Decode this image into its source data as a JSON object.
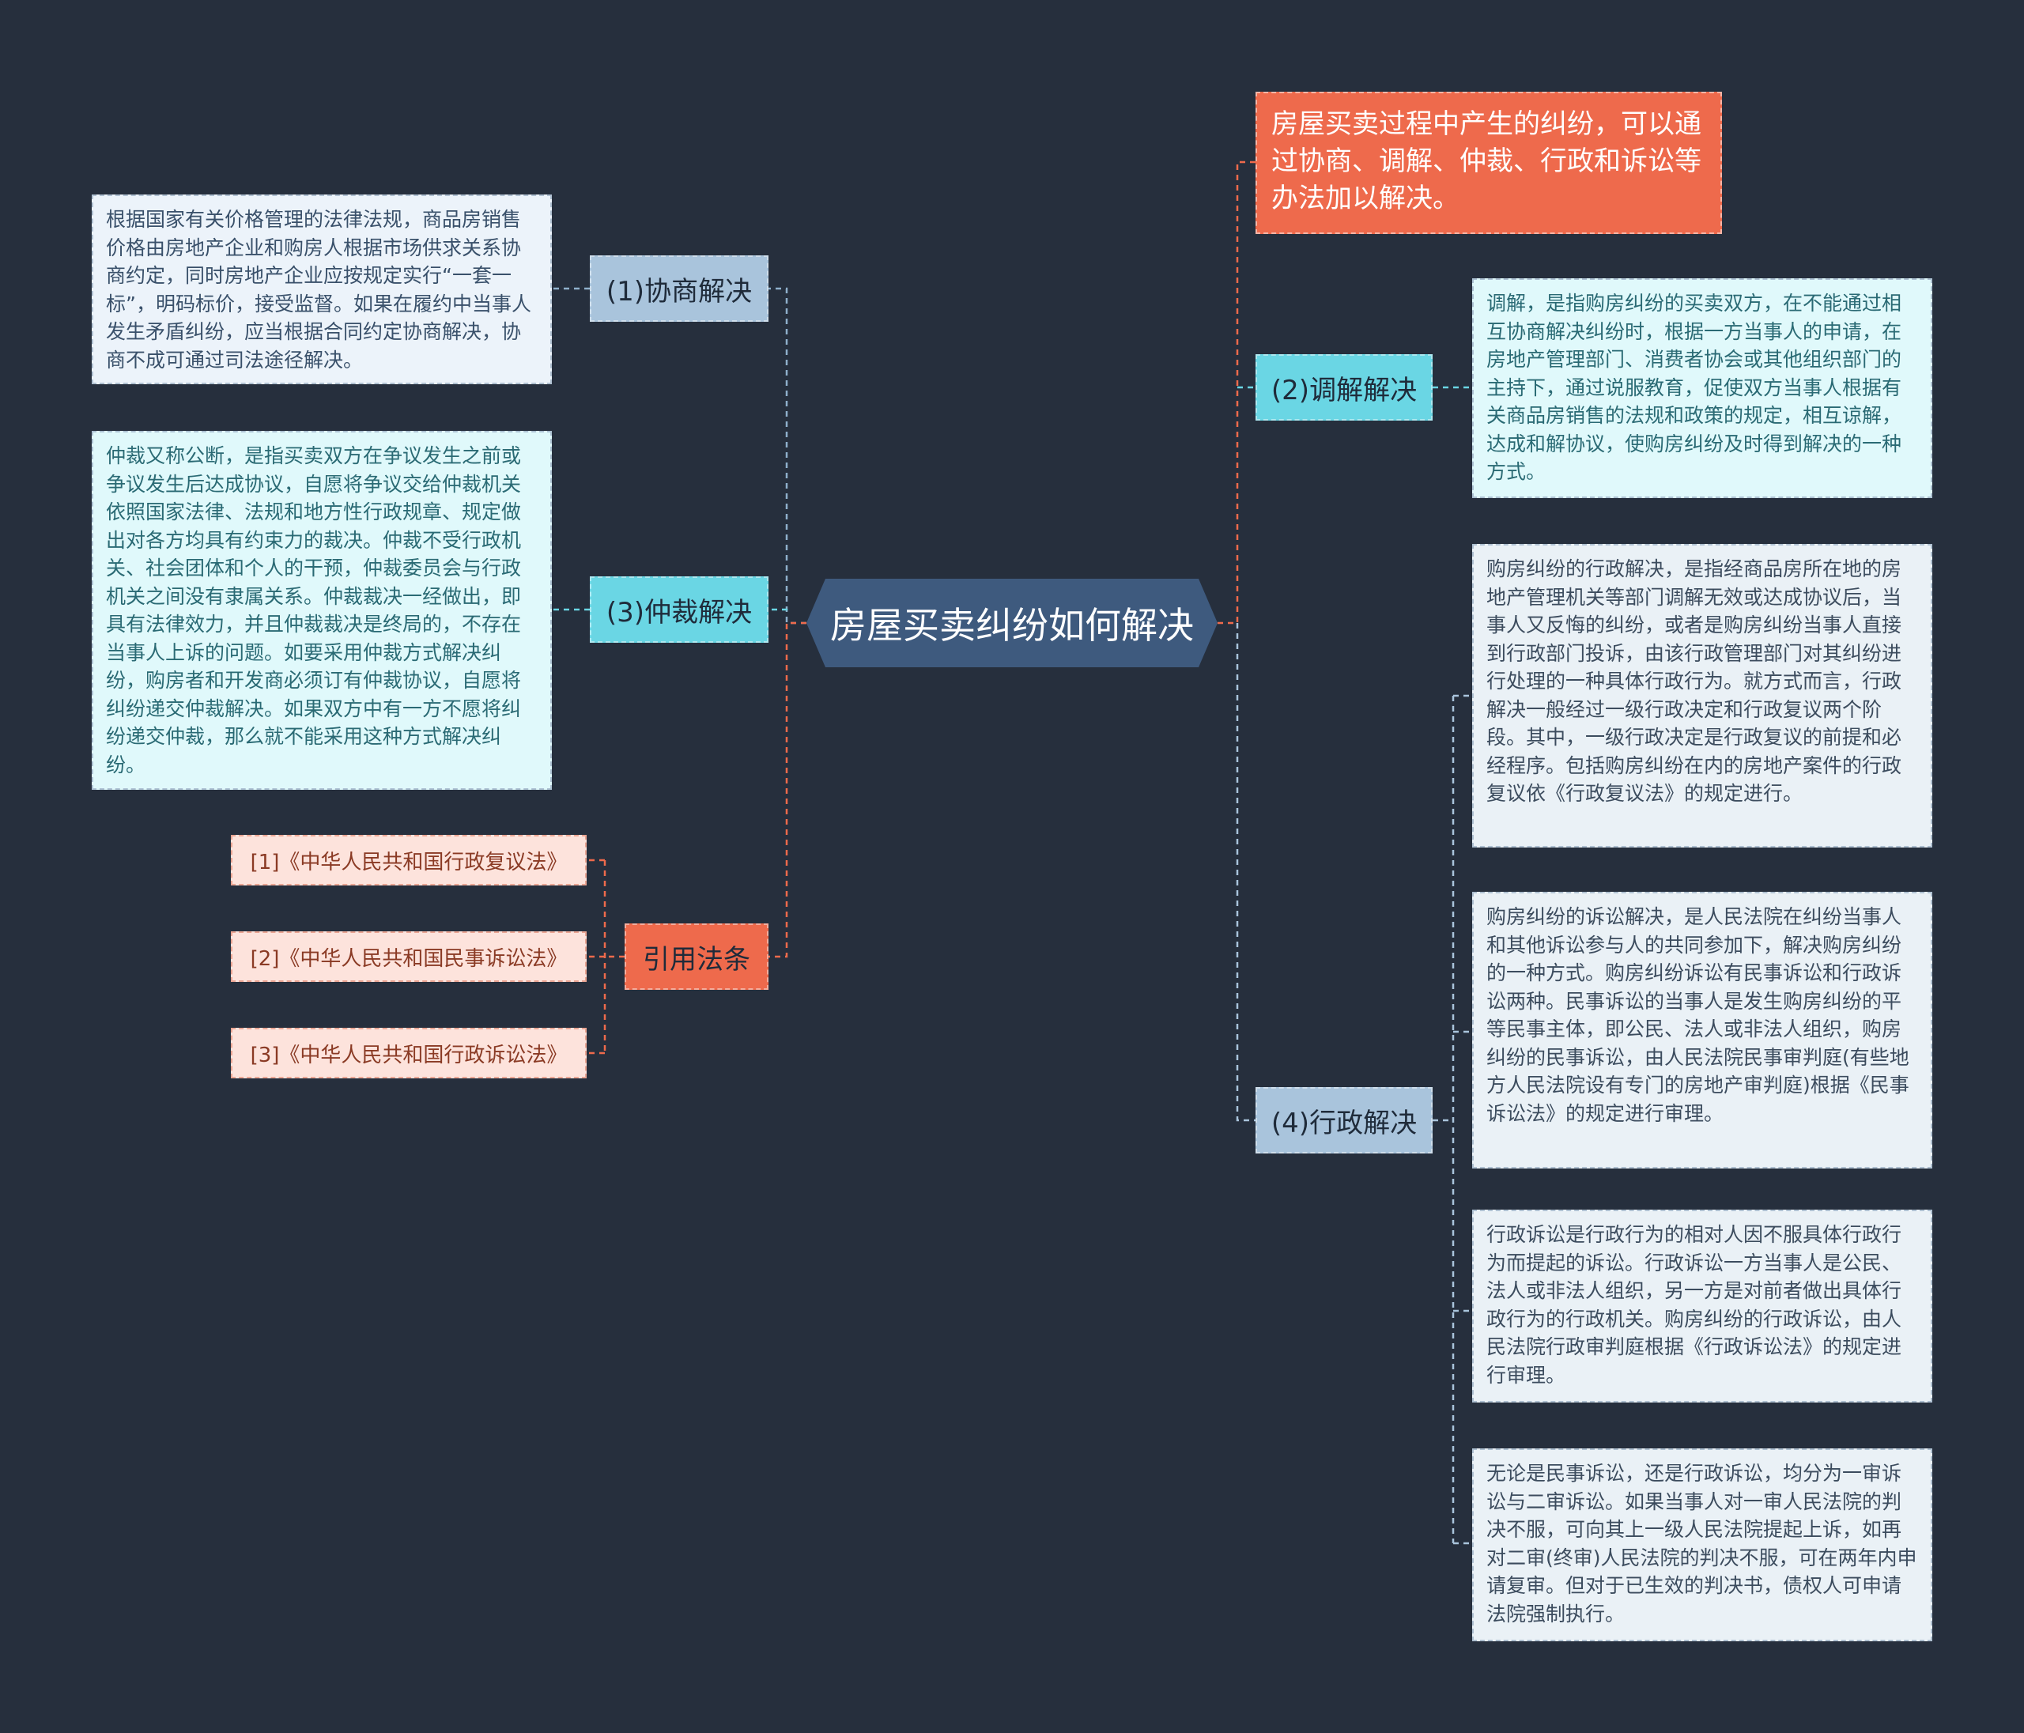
{
  "central": {
    "label": "房屋买卖纠纷如何解决"
  },
  "intro": {
    "text": "房屋买卖过程中产生的纠纷，可以通过协商、调解、仲裁、行政和诉讼等办法加以解决。"
  },
  "branches": {
    "negotiation": {
      "label": "(1)协商解决",
      "detail": "根据国家有关价格管理的法律法规，商品房销售价格由房地产企业和购房人根据市场供求关系协商约定，同时房地产企业应按规定实行“一套一标”，明码标价，接受监督。如果在履约中当事人发生矛盾纠纷，应当根据合同约定协商解决，协商不成可通过司法途径解决。"
    },
    "arbitration": {
      "label": "(3)仲裁解决",
      "detail": "仲裁又称公断，是指买卖双方在争议发生之前或争议发生后达成协议，自愿将争议交给仲裁机关依照国家法律、法规和地方性行政规章、规定做出对各方均具有约束力的裁决。仲裁不受行政机关、社会团体和个人的干预，仲裁委员会与行政机关之间没有隶属关系。仲裁裁决一经做出，即具有法律效力，并且仲裁裁决是终局的，不存在当事人上诉的问题。如要采用仲裁方式解决纠纷，购房者和开发商必须订有仲裁协议，自愿将纠纷递交仲裁解决。如果双方中有一方不愿将纠纷递交仲裁，那么就不能采用这种方式解决纠纷。"
    },
    "citations": {
      "label": "引用法条",
      "items": [
        "[1]《中华人民共和国行政复议法》",
        "[2]《中华人民共和国民事诉讼法》",
        "[3]《中华人民共和国行政诉讼法》"
      ]
    },
    "mediation": {
      "label": "(2)调解解决",
      "detail": "调解，是指购房纠纷的买卖双方，在不能通过相互协商解决纠纷时，根据一方当事人的申请，在房地产管理部门、消费者协会或其他组织部门的主持下，通过说服教育，促使双方当事人根据有关商品房销售的法规和政策的规定，相互谅解，达成和解协议，使购房纠纷及时得到解决的一种方式。"
    },
    "administrative": {
      "label": "(4)行政解决",
      "details": [
        "购房纠纷的行政解决，是指经商品房所在地的房地产管理机关等部门调解无效或达成协议后，当事人又反悔的纠纷，或者是购房纠纷当事人直接到行政部门投诉，由该行政管理部门对其纠纷进行处理的一种具体行政行为。就方式而言，行政解决一般经过一级行政决定和行政复议两个阶段。其中，一级行政决定是行政复议的前提和必经程序。包括购房纠纷在内的房地产案件的行政复议依《行政复议法》的规定进行。",
        "购房纠纷的诉讼解决，是人民法院在纠纷当事人和其他诉讼参与人的共同参加下，解决购房纠纷的一种方式。购房纠纷诉讼有民事诉讼和行政诉讼两种。民事诉讼的当事人是发生购房纠纷的平等民事主体，即公民、法人或非法人组织，购房纠纷的民事诉讼，由人民法院民事审判庭(有些地方人民法院设有专门的房地产审判庭)根据《民事诉讼法》的规定进行审理。",
        "行政诉讼是行政行为的相对人因不服具体行政行为而提起的诉讼。行政诉讼一方当事人是公民、法人或非法人组织，另一方是对前者做出具体行政行为的行政机关。购房纠纷的行政诉讼，由人民法院行政审判庭根据《行政诉讼法》的规定进行审理。",
        "无论是民事诉讼，还是行政诉讼，均分为一审诉讼与二审诉讼。如果当事人对一审人民法院的判决不服，可向其上一级人民法院提起上诉，如再对二审(终审)人民法院的判决不服，可在两年内申请复审。但对于已生效的判决书，债权人可申请法院强制执行。"
      ]
    }
  },
  "colors": {
    "background": "#262f3d",
    "central": "#3e5a7e",
    "accent_orange": "#ee6a4c",
    "accent_cyan": "#6ad6e4",
    "accent_blue": "#a9c4dc"
  }
}
